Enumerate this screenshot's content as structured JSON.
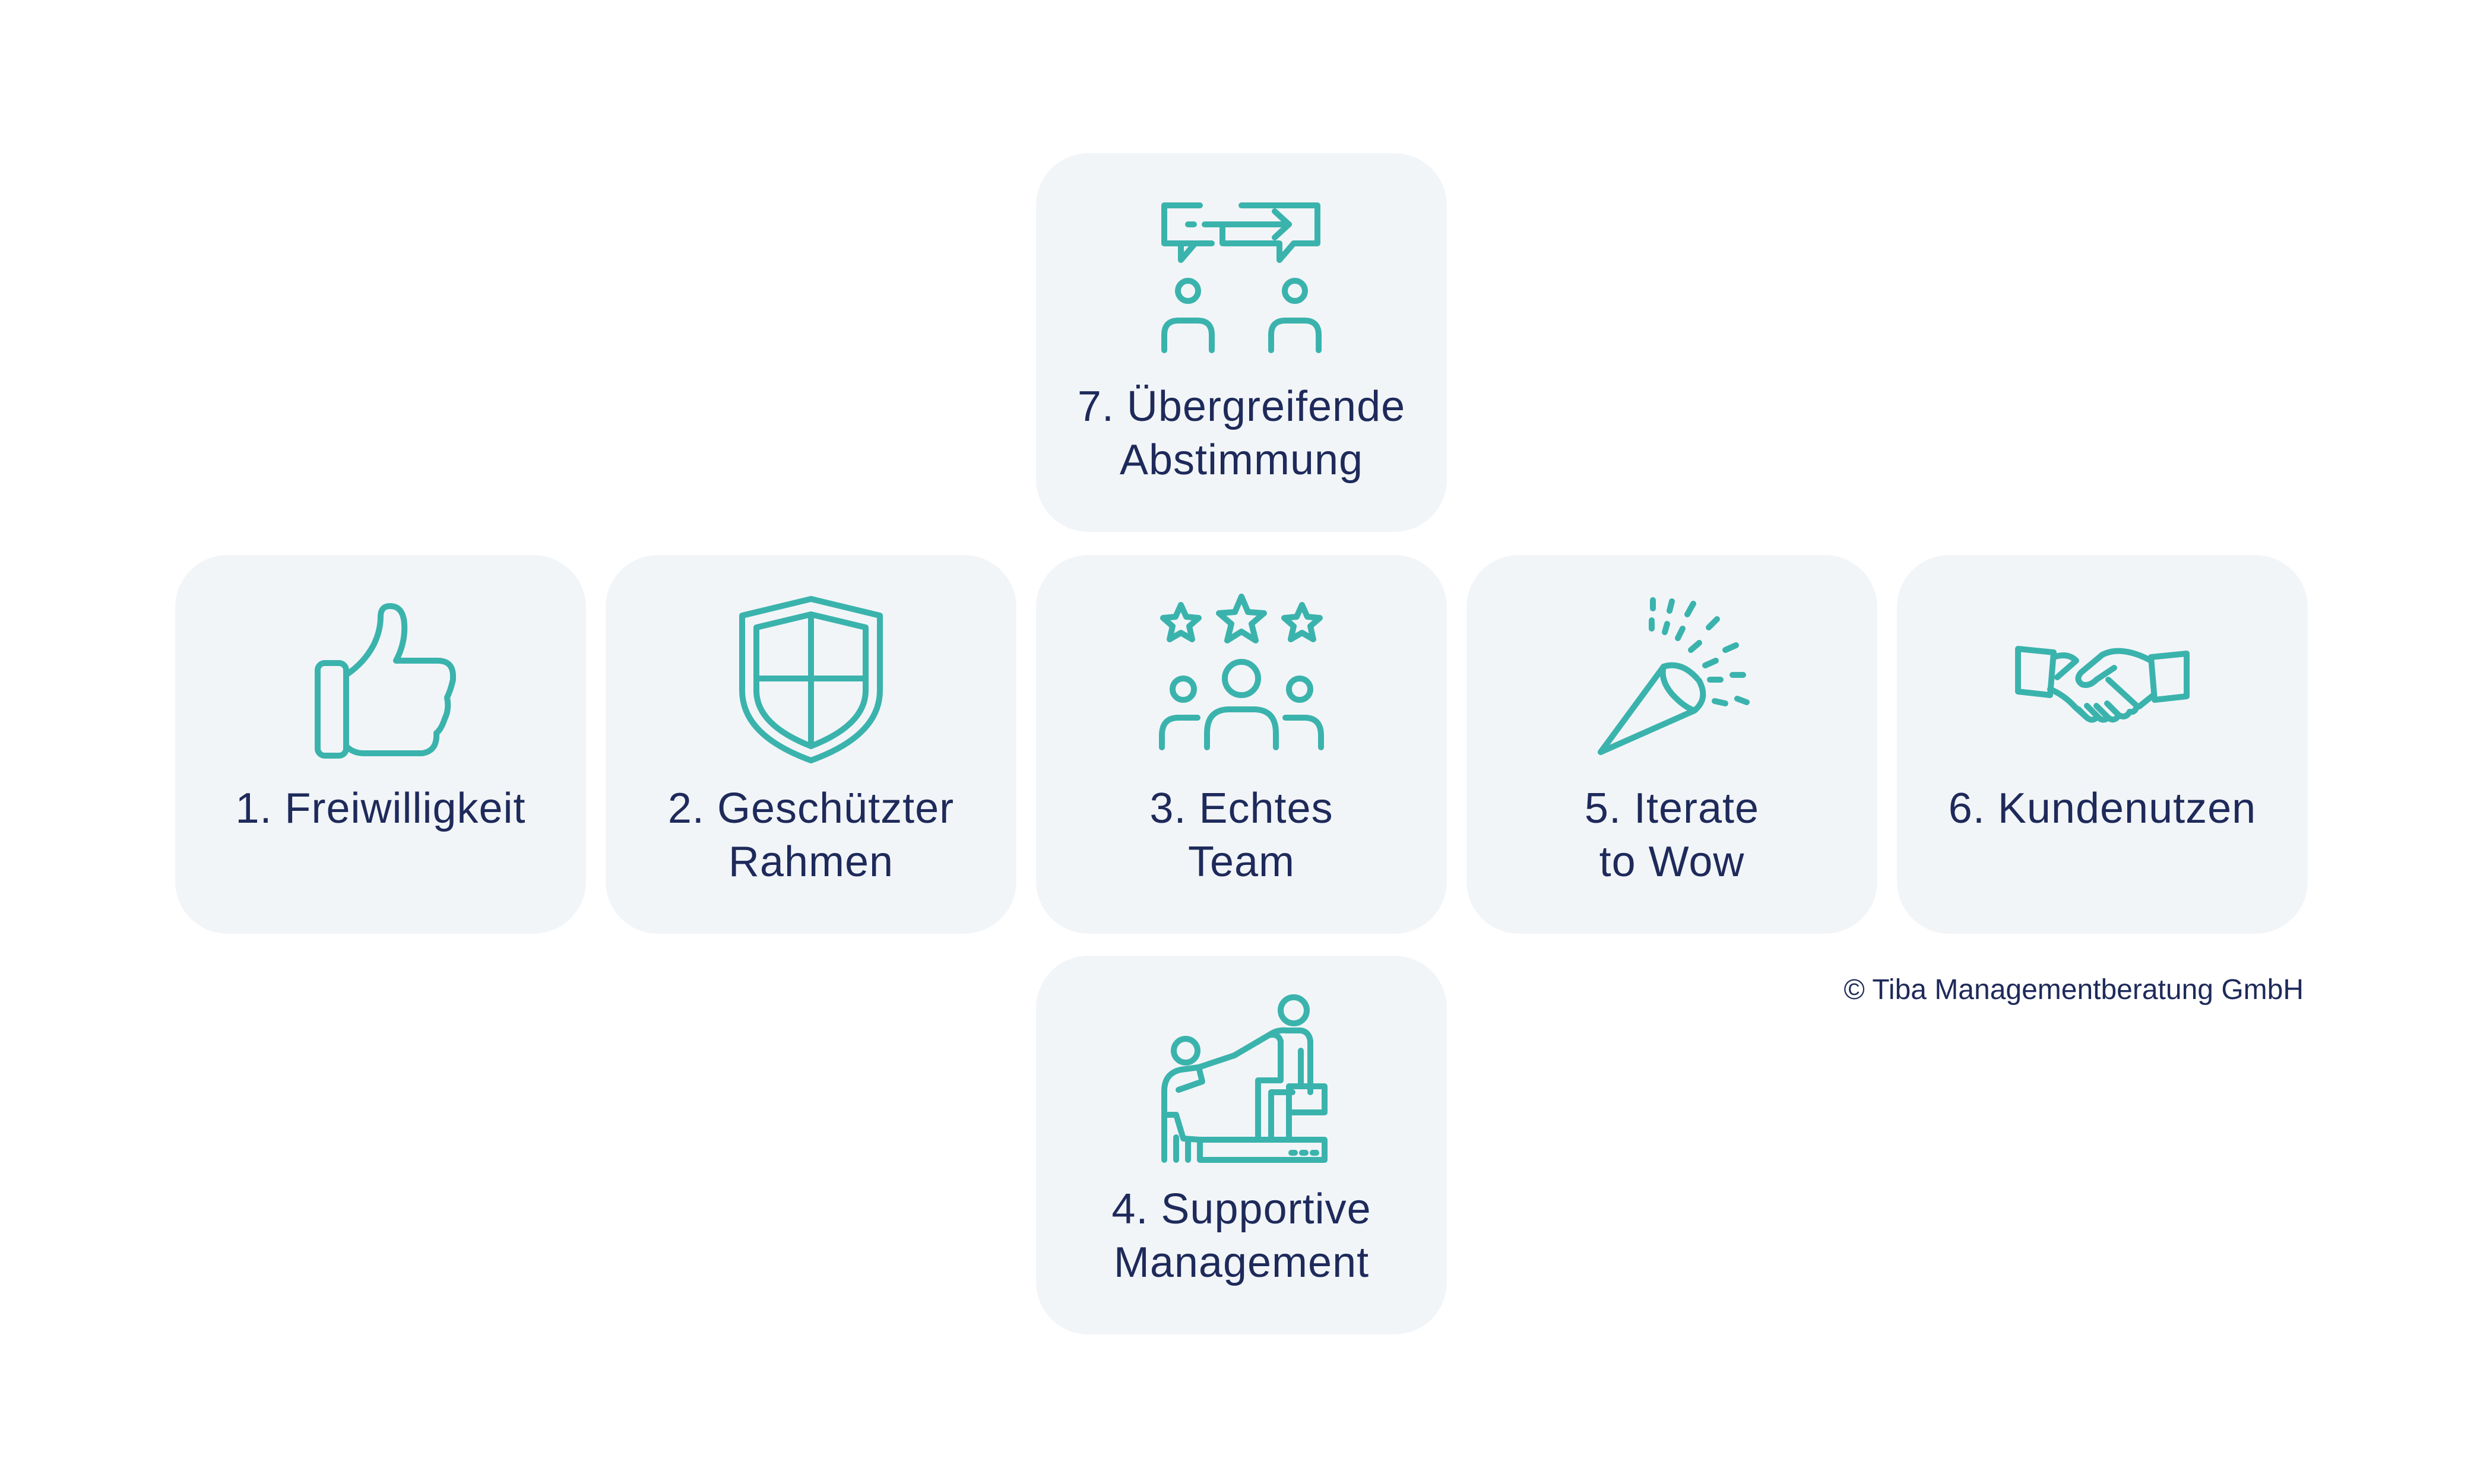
{
  "accent_color": "#3bb3ad",
  "text_color": "#1e2a5a",
  "card_color": "#f2f5f8",
  "cards": [
    {
      "id": "freiwilligkeit",
      "icon": "thumbs-up-icon",
      "line1": "1. Freiwilligkeit",
      "line2": ""
    },
    {
      "id": "geschuetzter-rahmen",
      "icon": "shield-icon",
      "line1": "2. Geschützter",
      "line2": "Rahmen"
    },
    {
      "id": "echtes-team",
      "icon": "team-stars-icon",
      "line1": "3. Echtes",
      "line2": "Team"
    },
    {
      "id": "supportive-management",
      "icon": "helping-hand-icon",
      "line1": "4. Supportive",
      "line2": "Management"
    },
    {
      "id": "iterate-to-wow",
      "icon": "party-popper-icon",
      "line1": "5. Iterate",
      "line2": "to Wow"
    },
    {
      "id": "kundennutzen",
      "icon": "handshake-icon",
      "line1": "6. Kundenutzen",
      "line2": ""
    },
    {
      "id": "uebergreifende-abstimmung",
      "icon": "conversation-icon",
      "line1": "7. Übergreifende",
      "line2": "Abstimmung"
    }
  ],
  "copyright": "© Tiba Managementberatung GmbH"
}
